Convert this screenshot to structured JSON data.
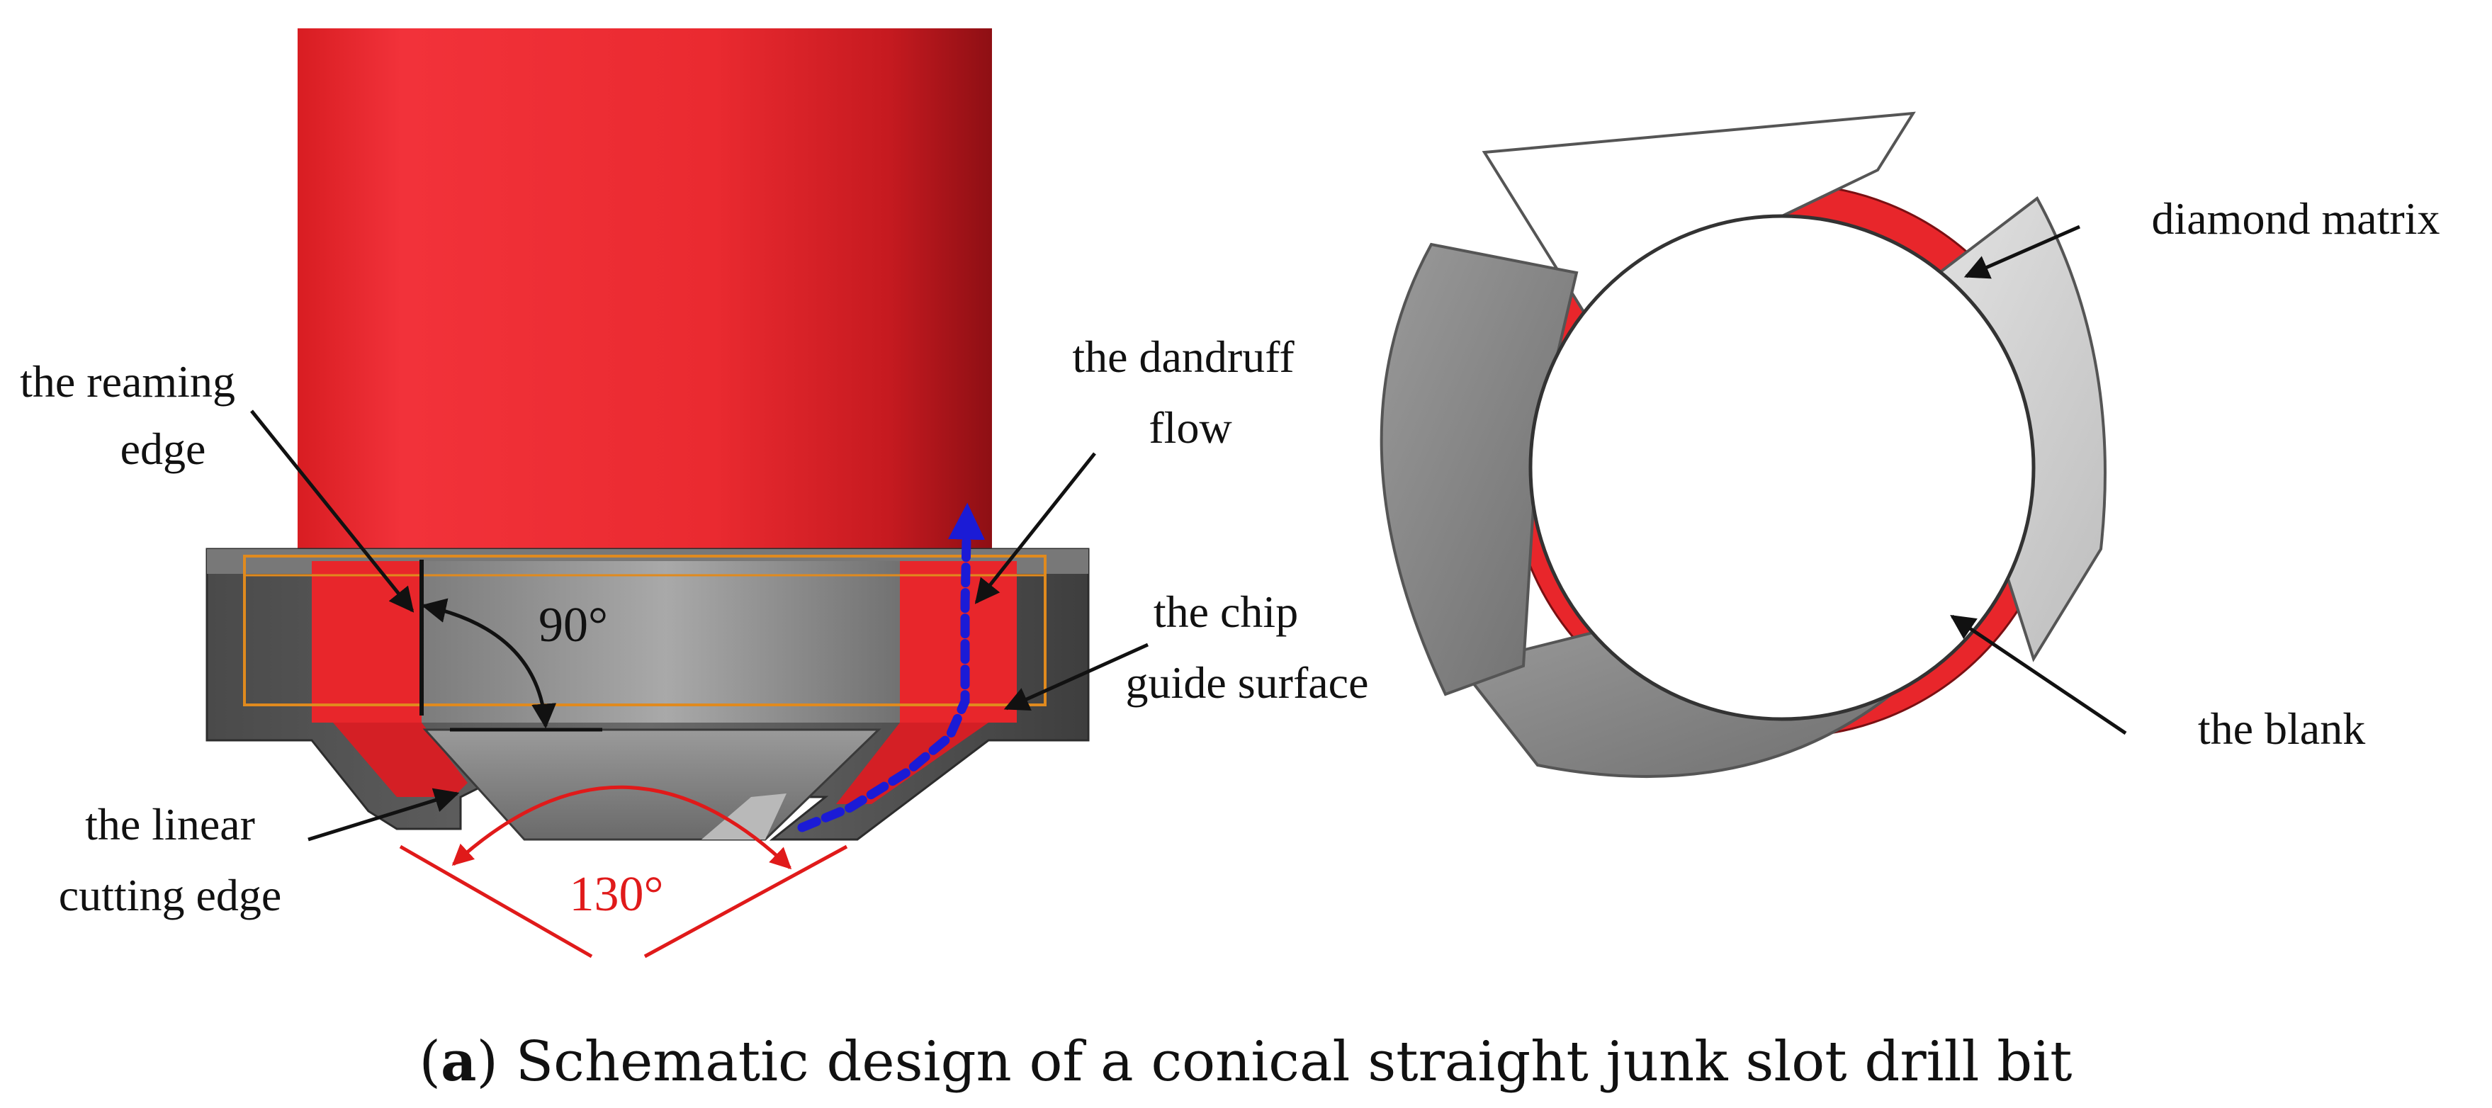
{
  "labels": {
    "reaming_edge_line1": "the reaming",
    "reaming_edge_line2": "edge",
    "angle_90": "90°",
    "dandruff_line1": "the dandruff",
    "dandruff_line2": "flow",
    "chip_guide_line1": "the chip",
    "chip_guide_line2": "guide surface",
    "linear_cutting_line1": "the linear",
    "linear_cutting_line2": "cutting edge",
    "angle_130": "130°",
    "diamond_matrix": "diamond matrix",
    "blank": "the blank"
  },
  "caption": {
    "part_letter": "a",
    "text": " Schematic design of a conical straight junk slot drill bit"
  },
  "colors": {
    "body_red": "#e8262b",
    "body_red_dark": "#8e0f14",
    "crown_gray": "#5a5a5a",
    "flow_blue": "#1b1bd6",
    "angle_red": "#e01a1a",
    "orange_outline": "#e08a1e"
  }
}
